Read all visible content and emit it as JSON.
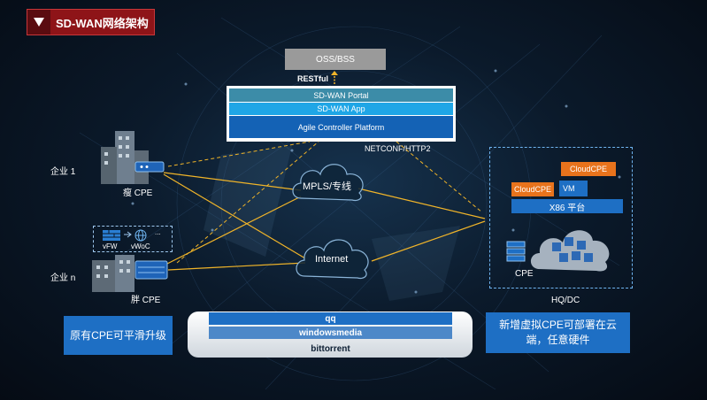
{
  "title": "SD-WAN网络架构",
  "oss": "OSS/BSS",
  "restful": "RESTful",
  "controller": {
    "portal": "SD-WAN Portal",
    "app": "SD-WAN App",
    "platform": "Agile Controller Platform"
  },
  "netconf": "NETCONF/HTTP2",
  "sites": {
    "enterprise1": "企业 1",
    "thin_cpe": "瘦 CPE",
    "enterprise_n": "企业 n",
    "fat_cpe": "胖 CPE",
    "vfw": "vFW",
    "vwoc": "vWoC",
    "dots": "..."
  },
  "clouds": {
    "mpls": "MPLS/专线",
    "internet": "Internet"
  },
  "hq": {
    "cloudcpe_top": "CloudCPE",
    "cloudcpe_left": "CloudCPE",
    "vm": "VM",
    "x86": "X86 平台",
    "cpe": "CPE",
    "label": "HQ/DC"
  },
  "pipe": [
    "qq",
    "windowsmedia",
    "bittorrent"
  ],
  "notes": {
    "left": "原有CPE可平滑升级",
    "right": "新增虚拟CPE可部署在云端，任意硬件"
  },
  "colors": {
    "accent_red": "#8e1418",
    "blue": "#1e6fc4",
    "orange": "#e8731c",
    "link_yellow": "#f0b429"
  }
}
